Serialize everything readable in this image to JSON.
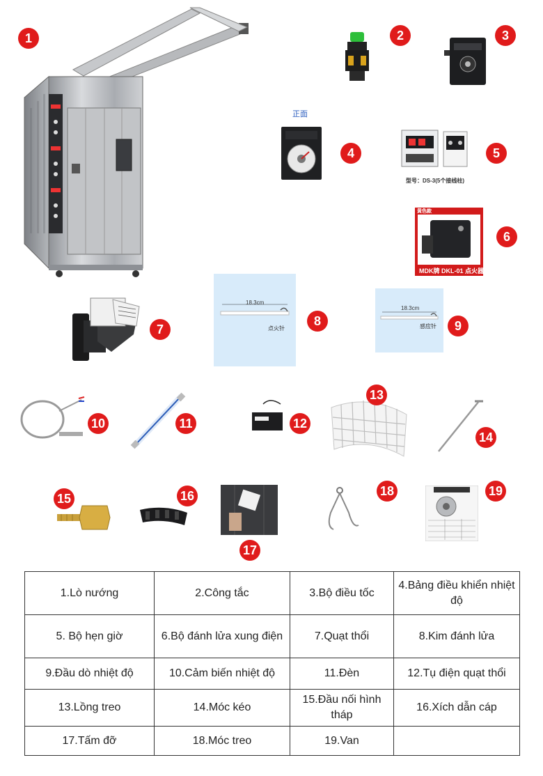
{
  "badges": [
    "1",
    "2",
    "3",
    "4",
    "5",
    "6",
    "7",
    "8",
    "9",
    "10",
    "11",
    "12",
    "13",
    "14",
    "15",
    "16",
    "17",
    "18",
    "19"
  ],
  "image_text": {
    "item4_label": "正面",
    "item5_model": "型号：DS-3(5个接线柱)",
    "item6_header": "黄色款",
    "item6_caption": "MDK牌 DKL-01 点火器",
    "item8_length": "18.3cm",
    "item8_label": "点火针",
    "item9_length": "18.3cm",
    "item9_label": "感应针"
  },
  "table": {
    "rows": [
      [
        "1.Lò nướng",
        "2.Công tắc",
        "3.Bộ điều tốc",
        "4.Bảng điều khiển nhiệt độ"
      ],
      [
        "5. Bộ hẹn giờ",
        "6.Bộ đánh lửa xung điện",
        "7.Quạt thổi",
        "8.Kim đánh lửa"
      ],
      [
        "9.Đầu dò nhiệt độ",
        "10.Cảm biến nhiệt độ",
        "11.Đèn",
        "12.Tụ điện quạt thổi"
      ],
      [
        "13.Lồng treo",
        "14.Móc kéo",
        "15.Đầu nối hình tháp",
        "16.Xích dẫn cáp"
      ],
      [
        "17.Tấm đỡ",
        "18.Móc treo",
        "19.Van",
        ""
      ]
    ]
  },
  "colors": {
    "badge": "#e01b1b",
    "steel": "#b9bcc0",
    "probe_bg": "#d8ebfa"
  }
}
